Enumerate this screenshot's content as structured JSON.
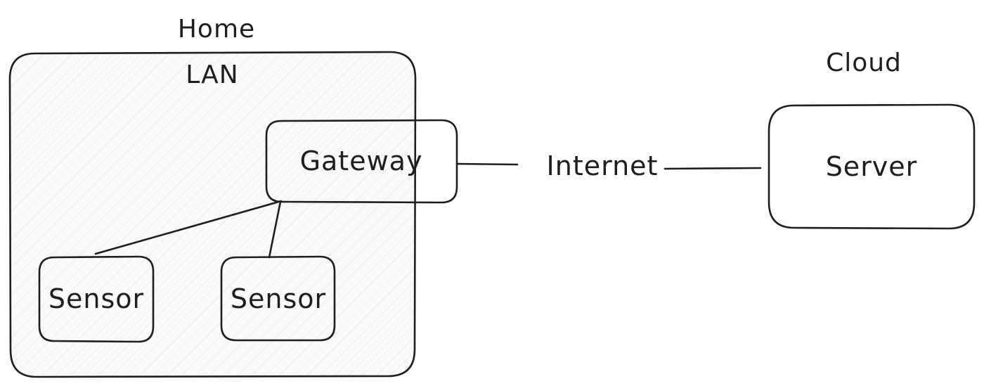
{
  "diagram": {
    "home_label": "Home",
    "lan_label": "LAN",
    "cloud_label": "Cloud",
    "internet_label": "Internet",
    "nodes": {
      "gateway": "Gateway",
      "sensor_1": "Sensor",
      "sensor_2": "Sensor",
      "server": "Server"
    }
  },
  "colors": {
    "stroke": "#1e1e1e",
    "lan_fill": "#f8f9fa",
    "gateway_fill": "#e7f5ff",
    "sensor_fill": "#ebfbee",
    "server_fill": "#fff9db"
  }
}
